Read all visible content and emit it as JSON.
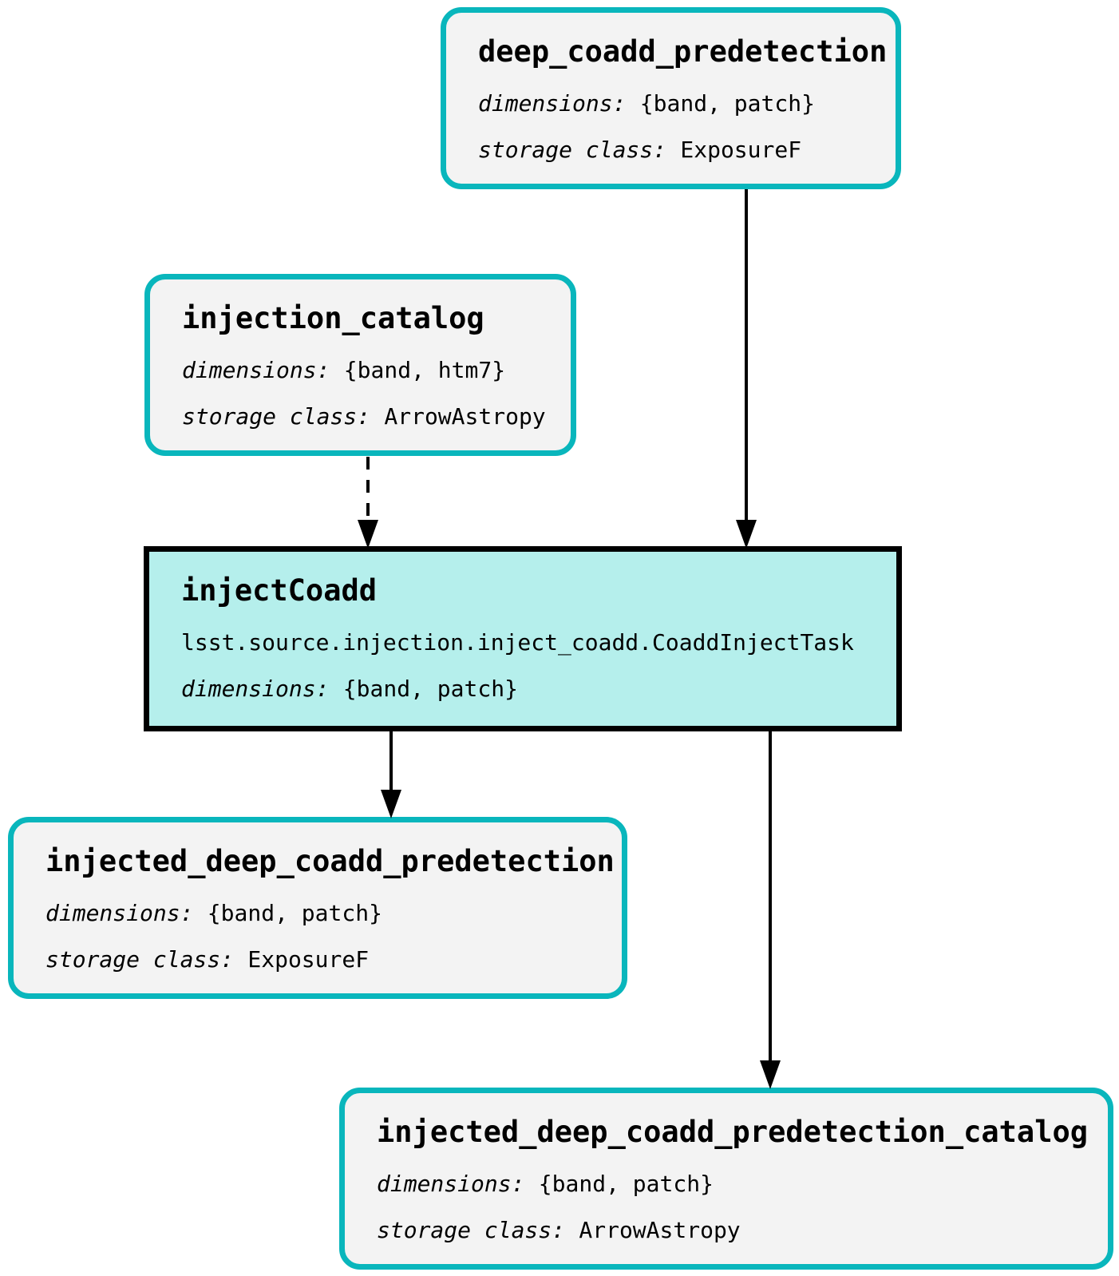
{
  "diagram": {
    "colors": {
      "background": "#ffffff",
      "dataset_border": "#09b6bc",
      "dataset_fill": "#f3f3f3",
      "task_border": "#000000",
      "task_fill": "#b5efec",
      "edge": "#000000",
      "text": "#000000"
    },
    "nodes": [
      {
        "id": "deep_coadd_predetection",
        "kind": "dataset",
        "title": "deep_coadd_predetection",
        "fields": [
          {
            "label": "dimensions:",
            "value": "{band, patch}"
          },
          {
            "label": "storage class:",
            "value": "ExposureF"
          }
        ]
      },
      {
        "id": "injection_catalog",
        "kind": "dataset",
        "title": "injection_catalog",
        "fields": [
          {
            "label": "dimensions:",
            "value": "{band, htm7}"
          },
          {
            "label": "storage class:",
            "value": "ArrowAstropy"
          }
        ]
      },
      {
        "id": "injectCoadd",
        "kind": "task",
        "title": "injectCoadd",
        "task_class": "lsst.source.injection.inject_coadd.CoaddInjectTask",
        "fields": [
          {
            "label": "dimensions:",
            "value": "{band, patch}"
          }
        ]
      },
      {
        "id": "injected_deep_coadd_predetection",
        "kind": "dataset",
        "title": "injected_deep_coadd_predetection",
        "fields": [
          {
            "label": "dimensions:",
            "value": "{band, patch}"
          },
          {
            "label": "storage class:",
            "value": "ExposureF"
          }
        ]
      },
      {
        "id": "injected_deep_coadd_predetection_catalog",
        "kind": "dataset",
        "title": "injected_deep_coadd_predetection_catalog",
        "fields": [
          {
            "label": "dimensions:",
            "value": "{band, patch}"
          },
          {
            "label": "storage class:",
            "value": "ArrowAstropy"
          }
        ]
      }
    ],
    "edges": [
      {
        "from": "deep_coadd_predetection",
        "to": "injectCoadd",
        "style": "solid"
      },
      {
        "from": "injection_catalog",
        "to": "injectCoadd",
        "style": "dashed"
      },
      {
        "from": "injectCoadd",
        "to": "injected_deep_coadd_predetection",
        "style": "solid"
      },
      {
        "from": "injectCoadd",
        "to": "injected_deep_coadd_predetection_catalog",
        "style": "solid"
      }
    ]
  }
}
